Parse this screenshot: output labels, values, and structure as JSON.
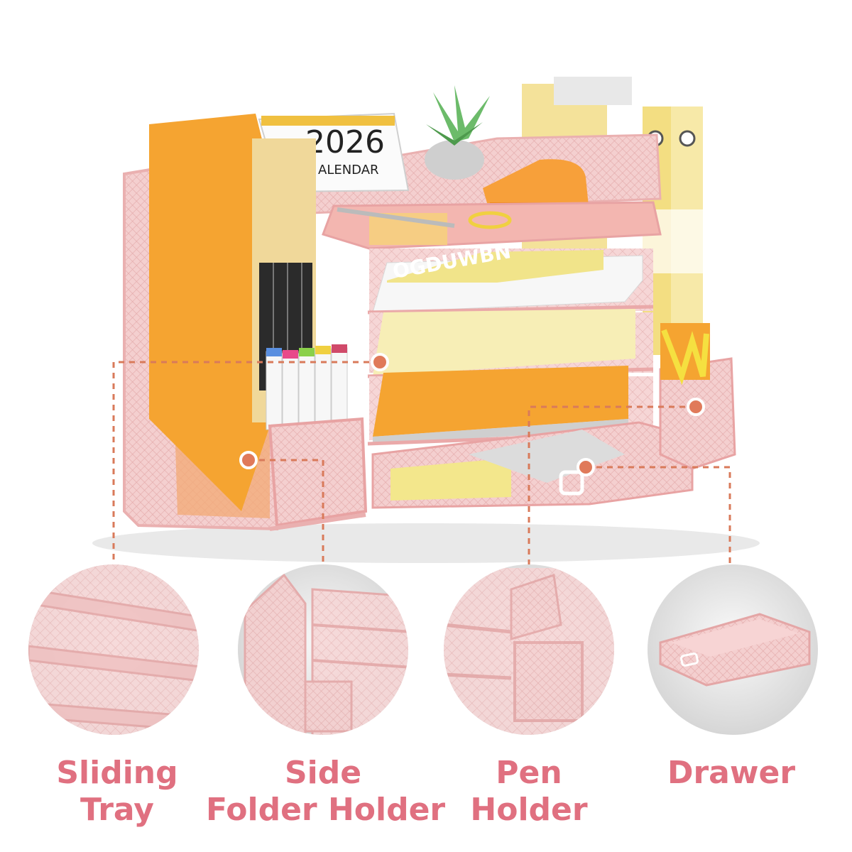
{
  "product": {
    "calendar_year": "2026",
    "calendar_word": "ALENDAR",
    "book_text": "OGDUWBN"
  },
  "features": [
    {
      "line1": "Sliding",
      "line2": "Tray"
    },
    {
      "line1": "Side",
      "line2": "Folder Holder"
    },
    {
      "line1": "Pen",
      "line2": "Holder"
    },
    {
      "line1": "Drawer",
      "line2": ""
    }
  ],
  "colors": {
    "label_text": "#e07080",
    "callout_line": "#d97a5a",
    "mesh_pink": "#f2c4c4",
    "folder_orange": "#f5a431"
  }
}
